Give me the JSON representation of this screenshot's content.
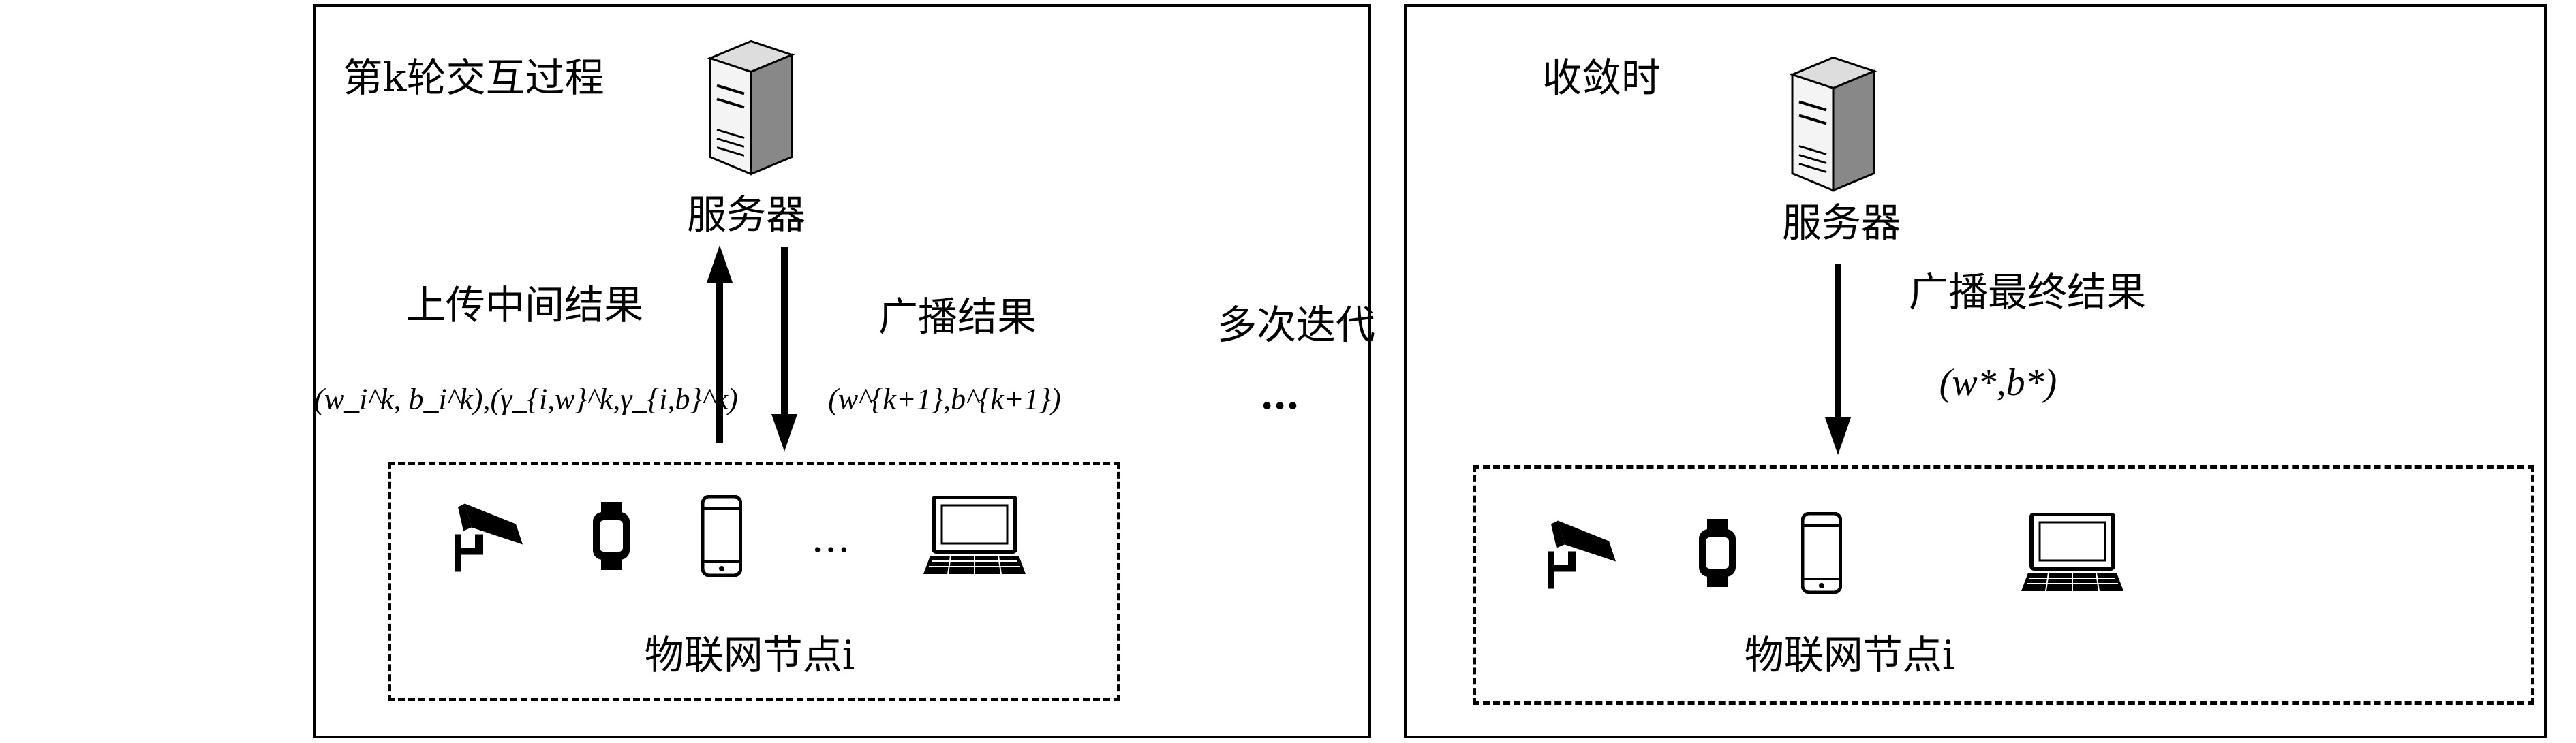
{
  "left_panel": {
    "title": "第k轮交互过程",
    "server_label": "服务器",
    "upload_label": "上传中间结果",
    "upload_formula": "(w_i^k, b_i^k),(γ_{i,w}^k,γ_{i,b}^k)",
    "broadcast_label": "广播结果",
    "broadcast_formula": "(w^{k+1},b^{k+1})",
    "ellipsis": "…",
    "nodes_label": "物联网节点i"
  },
  "middle": {
    "iteration_label": "多次迭代",
    "ellipsis": "…"
  },
  "right_panel": {
    "title": "收敛时",
    "server_label": "服务器",
    "broadcast_label": "广播最终结果",
    "broadcast_formula": "(w*,b*)",
    "nodes_label": "物联网节点i"
  }
}
